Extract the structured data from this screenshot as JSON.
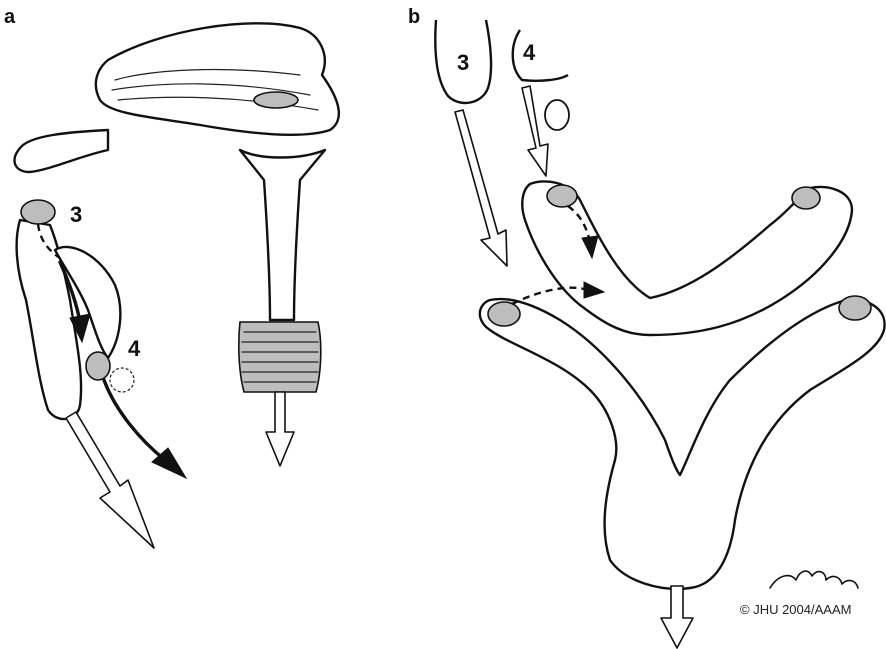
{
  "panels": [
    {
      "label": "a",
      "numbers": [
        "3",
        "4"
      ]
    },
    {
      "label": "b",
      "numbers": [
        "3",
        "4"
      ]
    }
  ],
  "signature": "TPhelps",
  "copyright": "© JHU 2004/AAAM"
}
